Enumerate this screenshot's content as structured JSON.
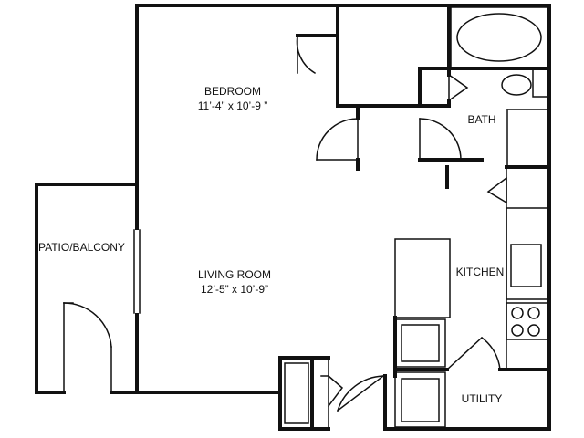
{
  "rooms": {
    "bedroom": {
      "name": "BEDROOM",
      "dims": "11’-4” x 10’-9  ”"
    },
    "living": {
      "name": "LIVING ROOM",
      "dims": "12’-5” x 10’-9”"
    },
    "patio": {
      "name": "PATIO/BALCONY"
    },
    "bath": {
      "name": "BATH"
    },
    "kitchen": {
      "name": "KITCHEN"
    },
    "utility": {
      "name": "UTILITY"
    }
  }
}
